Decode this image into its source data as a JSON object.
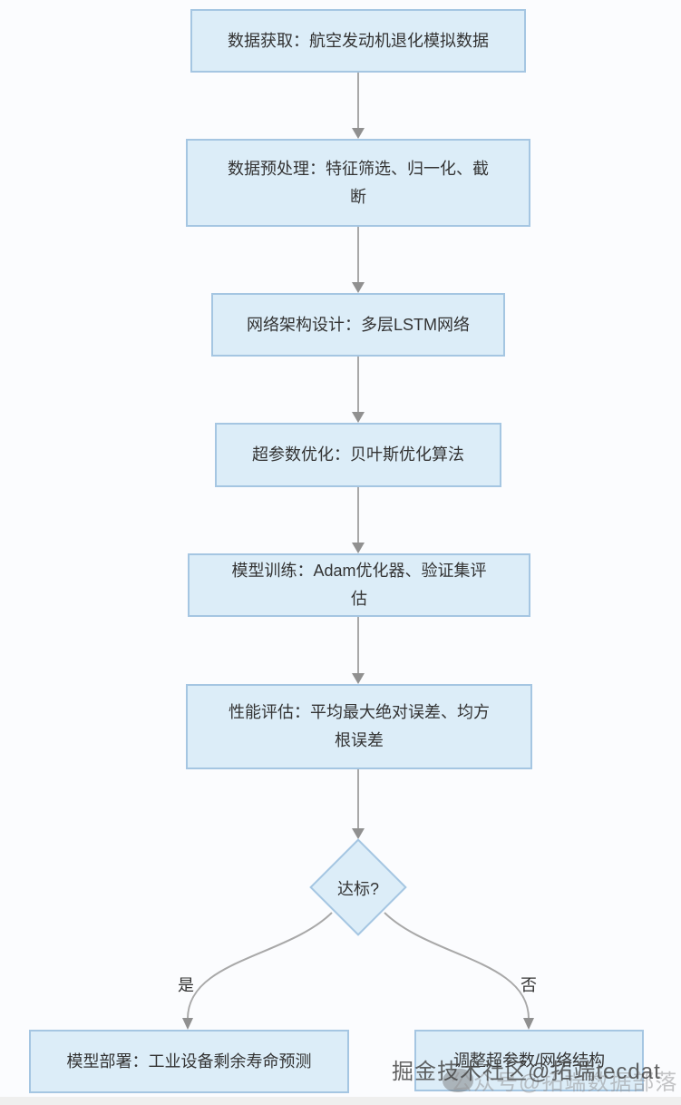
{
  "flowchart": {
    "nodes": [
      {
        "id": "data-acquisition",
        "label": "数据获取：航空发动机退化模拟数据"
      },
      {
        "id": "preprocessing",
        "label": "数据预处理：特征筛选、归一化、截断"
      },
      {
        "id": "architecture",
        "label": "网络架构设计：多层LSTM网络"
      },
      {
        "id": "hyperparameter-opt",
        "label": "超参数优化：贝叶斯优化算法"
      },
      {
        "id": "training",
        "label": "模型训练：Adam优化器、验证集评估"
      },
      {
        "id": "evaluation",
        "label": "性能评估：平均最大绝对误差、均方根误差"
      },
      {
        "id": "decision",
        "label": "达标?"
      },
      {
        "id": "deployment",
        "label": "模型部署：工业设备剩余寿命预测"
      },
      {
        "id": "adjustment",
        "label": "调整超参数/网络结构"
      }
    ],
    "edge_labels": {
      "yes": "是",
      "no": "否"
    },
    "colors": {
      "node_fill": "#dcedf8",
      "node_border": "#a5c6e2",
      "connector_line": "#a8a8a8",
      "arrowhead": "#909090",
      "text": "#333333",
      "background": "#fbfcfe"
    }
  },
  "watermark": {
    "line1": "掘金技术社区@拓端tecdat",
    "line2": "公众号@拓端数据部落"
  }
}
